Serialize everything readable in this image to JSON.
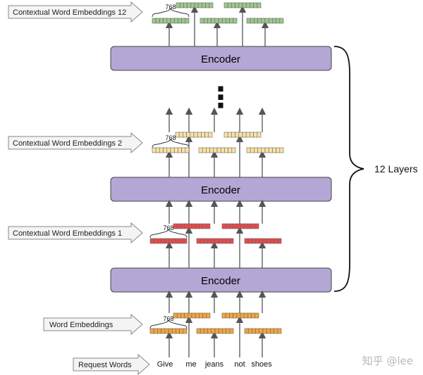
{
  "encoders": [
    {
      "label": "Encoder"
    },
    {
      "label": "Encoder"
    },
    {
      "label": "Encoder"
    }
  ],
  "layer_brace_label": "12 Layers",
  "ellipsis": "⋮",
  "side_labels": [
    {
      "text": "Contextual Word Embeddings 12"
    },
    {
      "text": "Contextual Word Embeddings 2"
    },
    {
      "text": "Contextual Word Embeddings 1"
    },
    {
      "text": "Word Embeddings"
    },
    {
      "text": "Request Words"
    }
  ],
  "words": [
    "Give",
    "me",
    "jeans",
    "not",
    "shoes"
  ],
  "dimension_label": "768",
  "embedding_colors": {
    "contextual_12": "#9bc98a",
    "contextual_2": "#fbe2a3",
    "contextual_1": "#e84a4a",
    "word": "#f3a53b"
  },
  "encoder_color": "#b4a7d6",
  "watermark": "知乎 @lee"
}
